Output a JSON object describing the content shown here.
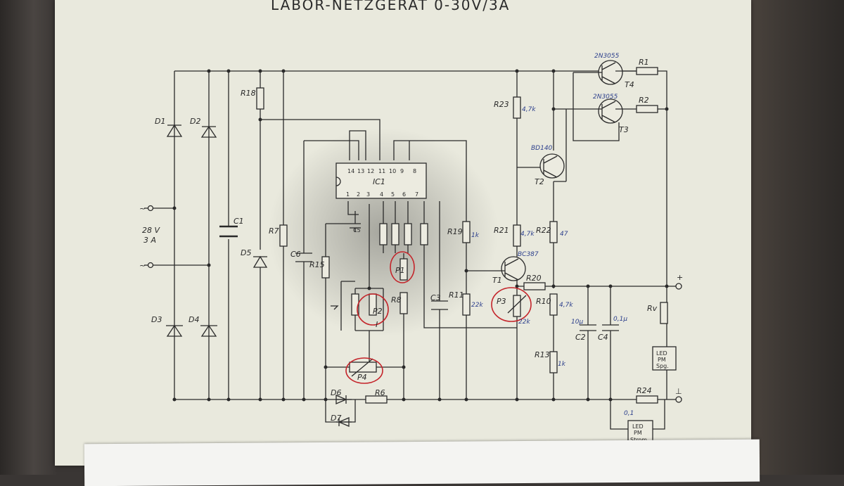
{
  "title": "LABOR-NETZGERÄT 0-30V/3A",
  "input": {
    "voltage": "28 V",
    "current": "3 A"
  },
  "ic": {
    "name": "IC1",
    "top_pins": [
      "14",
      "13",
      "12",
      "11",
      "10",
      "9",
      "8"
    ],
    "bottom_pins": [
      "1",
      "2",
      "3",
      "4",
      "5",
      "6",
      "7"
    ]
  },
  "labels": {
    "d1": "D1",
    "d2": "D2",
    "d3": "D3",
    "d4": "D4",
    "d5": "D5",
    "d6": "D6",
    "d7": "D7",
    "c1": "C1",
    "c2": "C2",
    "c3": "C3",
    "c4": "C4",
    "c5": "C5",
    "c6": "C6",
    "r1": "R1",
    "r2": "R2",
    "r6": "R6",
    "r7": "R7",
    "r8": "R8",
    "r10": "R10",
    "r11": "R11",
    "r13": "R13",
    "r15": "R15",
    "r18": "R18",
    "r19": "R19",
    "r20": "R20",
    "r21": "R21",
    "r22": "R22",
    "r23": "R23",
    "r24": "R24",
    "rv": "Rv",
    "p1": "P1",
    "p2": "P2",
    "p3": "P3",
    "p4": "P4",
    "t1": "T1",
    "t2": "T2",
    "t3": "T3",
    "t4": "T4",
    "i": "I",
    "plus": "+",
    "minus": "⊥",
    "tilde1": "~",
    "tilde2": "~"
  },
  "values": {
    "t4_type": "2N3055",
    "t3_type": "2N3055",
    "t2_type": "BD140",
    "t1_type": "BC387",
    "r23": "4,7k",
    "r21": "4,7k",
    "r22": "47",
    "r19": "1k",
    "r11": "22k",
    "r10": "4,7k",
    "r13": "1k",
    "p3": "22k",
    "c2": "10µ",
    "c4": "0,1µ",
    "r24": "0,1"
  },
  "led1": {
    "line1": "LED",
    "line2": "PM",
    "line3": "Spg."
  },
  "led2": {
    "line1": "LED",
    "line2": "PM",
    "line3": "Strom"
  },
  "colors": {
    "paper": "#e9e9dd",
    "ink": "#2a2a2a",
    "annotation_blue": "#2c3f8c",
    "annotation_red": "#c4242a"
  }
}
